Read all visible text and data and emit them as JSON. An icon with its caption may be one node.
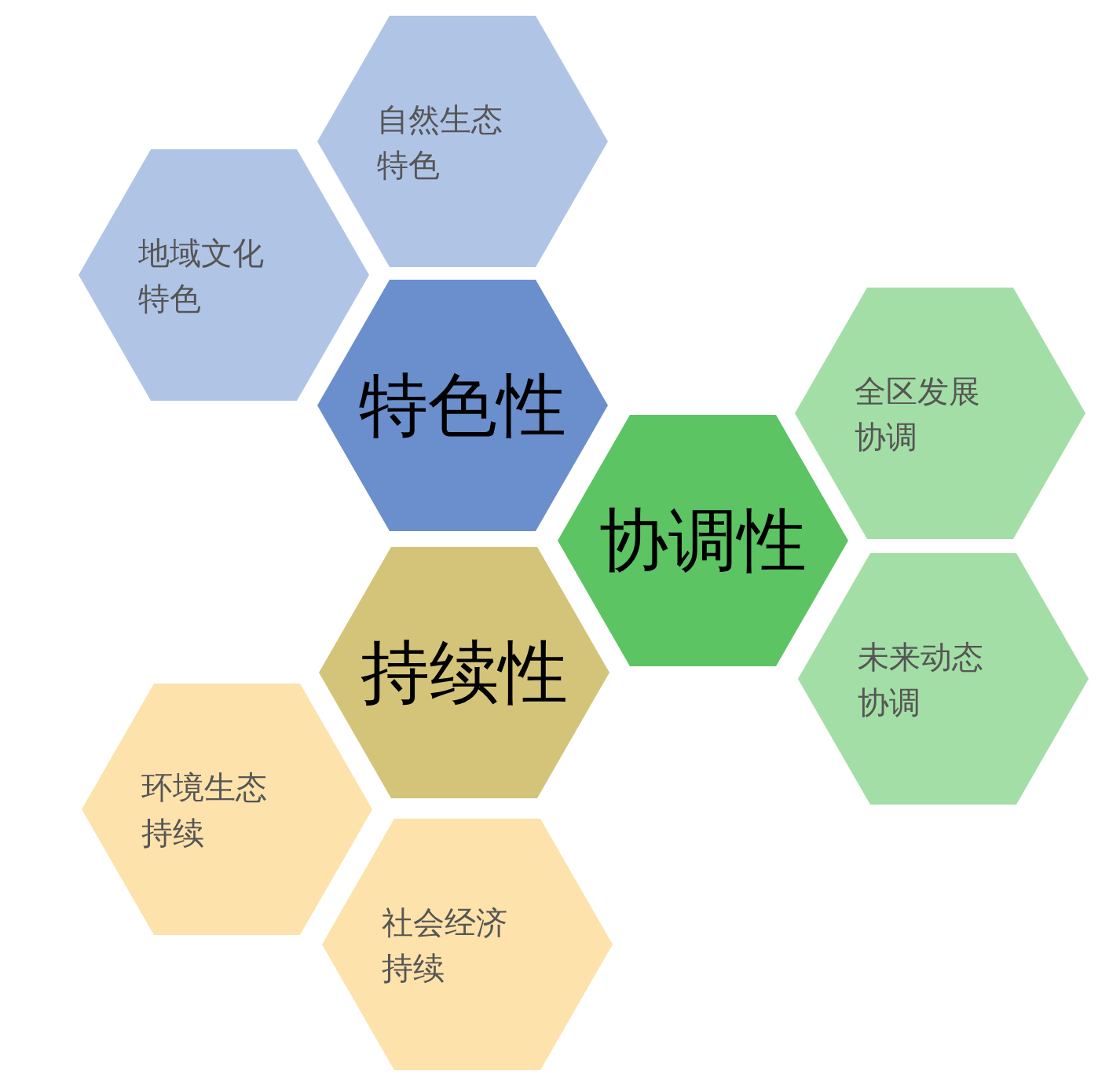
{
  "diagram": {
    "nodes": [
      {
        "text": [
          "自然生态特色"
        ]
      },
      {
        "text": [
          "地域文化特色"
        ]
      },
      {
        "text": [
          "特色性"
        ]
      },
      {
        "text": [
          "全区发展协调"
        ]
      },
      {
        "text": [
          "协调性"
        ]
      },
      {
        "text": [
          "持续性"
        ]
      },
      {
        "text": [
          "未来动态协调"
        ]
      },
      {
        "text": [
          "环境生态持续"
        ]
      },
      {
        "text": [
          "社会经济持续"
        ]
      }
    ]
  }
}
